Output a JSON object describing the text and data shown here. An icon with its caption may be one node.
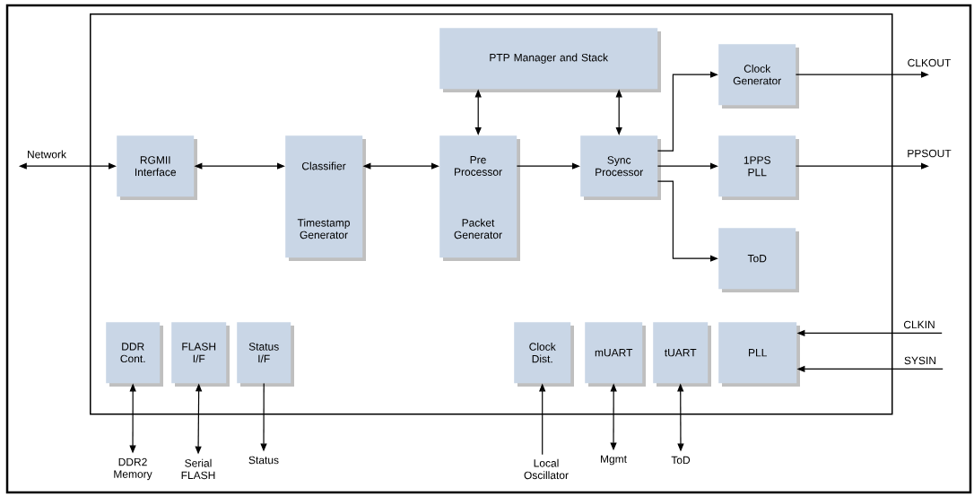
{
  "diagram": {
    "nodes": [
      {
        "text": [],
        "shape": "box"
      },
      {
        "text": [
          "PTP Manager and Stack"
        ],
        "in": 0
      },
      {
        "text": [
          "Network"
        ]
      },
      {
        "text": [
          "RGMII Interface"
        ],
        "in": 0
      },
      {
        "text": [
          "Classifier",
          "Timestamp Generator"
        ],
        "in": 0
      },
      {
        "text": [
          "Pre Processor",
          "Packet Generator"
        ],
        "in": 0
      },
      {
        "text": [
          "Sync Processor"
        ],
        "in": 0
      },
      {
        "text": [
          "Clock Generator"
        ],
        "in": 0
      },
      {
        "text": [
          "1PPS PLL"
        ],
        "in": 0
      },
      {
        "text": [
          "ToD"
        ],
        "in": 0
      },
      {
        "text": [
          "CLKOUT"
        ]
      },
      {
        "text": [
          "PPSOUT"
        ]
      },
      {
        "text": [
          "DDR Cont."
        ],
        "in": 0
      },
      {
        "text": [
          "FLASH I/F"
        ],
        "in": 0
      },
      {
        "text": [
          "Status I/F"
        ],
        "in": 0
      },
      {
        "text": [
          "Clock Dist."
        ],
        "in": 0
      },
      {
        "text": [
          "mUART"
        ],
        "in": 0
      },
      {
        "text": [
          "tUART"
        ],
        "in": 0
      },
      {
        "text": [
          "PLL"
        ],
        "in": 0
      },
      {
        "text": [
          "CLKIN"
        ]
      },
      {
        "text": [
          "SYSIN"
        ]
      },
      {
        "text": [
          "DDR2 Memory"
        ]
      },
      {
        "text": [
          "Serial FLASH"
        ]
      },
      {
        "text": [
          "Status"
        ]
      },
      {
        "text": [
          "Local Oscillator"
        ]
      },
      {
        "text": [
          "Mgmt"
        ]
      },
      {
        "text": [
          "ToD"
        ]
      }
    ],
    "edges": [
      {
        "from": 2,
        "to": 3,
        "arrow": "both"
      },
      {
        "from": 3,
        "to": 4,
        "arrow": "both"
      },
      {
        "from": 4,
        "to": 5,
        "arrow": "both"
      },
      {
        "from": 5,
        "to": 6,
        "arrow": "to"
      },
      {
        "from": 1,
        "to": 5,
        "arrow": "both"
      },
      {
        "from": 1,
        "to": 6,
        "arrow": "both"
      },
      {
        "from": 6,
        "to": 7,
        "arrow": "to"
      },
      {
        "from": 6,
        "to": 8,
        "arrow": "to"
      },
      {
        "from": 6,
        "to": 9,
        "arrow": "to"
      },
      {
        "from": 7,
        "to": 10,
        "arrow": "to"
      },
      {
        "from": 8,
        "to": 11,
        "arrow": "to"
      },
      {
        "from": 19,
        "to": 18,
        "arrow": "to"
      },
      {
        "from": 20,
        "to": 18,
        "arrow": "to"
      },
      {
        "from": 12,
        "to": 21,
        "arrow": "both"
      },
      {
        "from": 13,
        "to": 22,
        "arrow": "both"
      },
      {
        "from": 14,
        "to": 23,
        "arrow": "to"
      },
      {
        "from": 24,
        "to": 15,
        "arrow": "to"
      },
      {
        "from": 16,
        "to": 25,
        "arrow": "both"
      },
      {
        "from": 17,
        "to": 26,
        "arrow": "both"
      }
    ]
  }
}
